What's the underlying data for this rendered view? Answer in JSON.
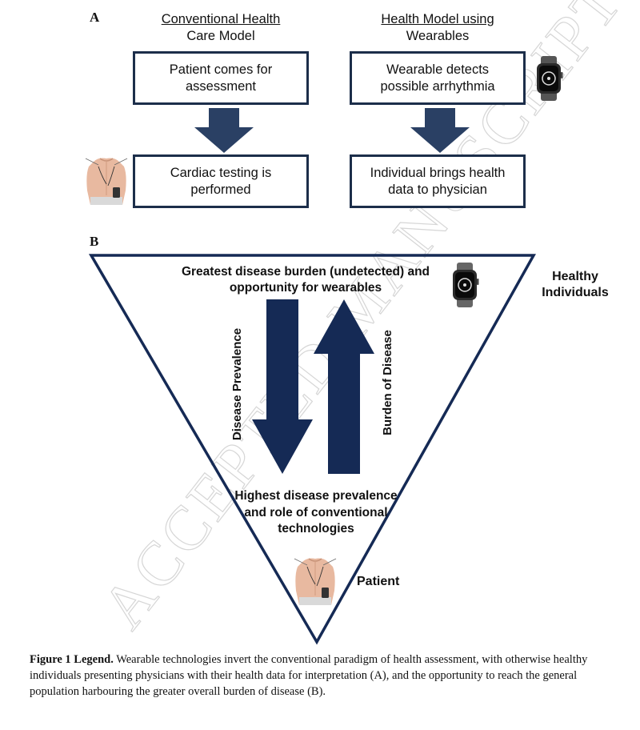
{
  "panel_a": {
    "letter": "A",
    "left_column": {
      "title_line1": "Conventional Health",
      "title_line2": "Care Model",
      "box1": "Patient comes for assessment",
      "box2": "Cardiac testing is performed"
    },
    "right_column": {
      "title_line1": "Health Model using",
      "title_line2": "Wearables",
      "box1": "Wearable detects possible arrhythmia",
      "box2": "Individual brings health data to physician"
    }
  },
  "panel_b": {
    "letter": "B",
    "top_text": "Greatest disease burden (undetected) and opportunity for wearables",
    "healthy_label": "Healthy Individuals",
    "down_arrow_label": "Disease Prevalence",
    "up_arrow_label": "Burden of Disease",
    "bottom_text": "Highest disease prevalence and role of conventional technologies",
    "patient_label": "Patient"
  },
  "legend": {
    "label": "Figure 1 Legend.",
    "text": " Wearable technologies invert the conventional paradigm of health assessment, with otherwise healthy individuals presenting physicians with their health data for interpretation (A), and the opportunity to reach the general population harbouring the greater overall burden of disease (B)."
  },
  "colors": {
    "navy": "#152a55",
    "box_border": "#1c2e4a",
    "watermark": "#d9d9d9"
  }
}
